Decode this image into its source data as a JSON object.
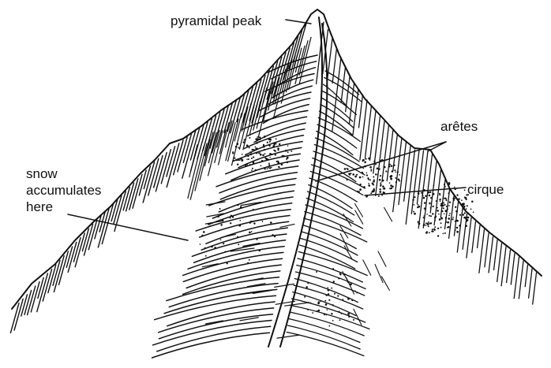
{
  "labels": {
    "pyramidal_peak": "pyramidal peak",
    "aretes": "arêtes",
    "cirque": "cirque",
    "snow_lines": [
      "snow",
      "accumulates",
      "here"
    ]
  },
  "colors": {
    "ink": "#111111",
    "background": "#ffffff"
  }
}
